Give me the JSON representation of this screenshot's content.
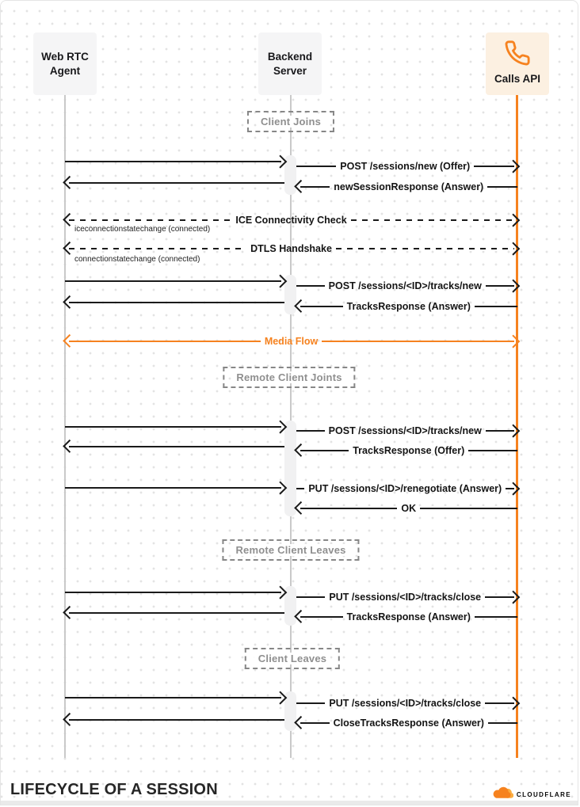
{
  "actors": [
    {
      "name": "Web RTC Agent",
      "line1": "Web RTC",
      "line2": "Agent"
    },
    {
      "name": "Backend Server",
      "line1": "Backend",
      "line2": "Server"
    },
    {
      "name": "Calls API",
      "label": "Calls API",
      "icon": "phone-icon"
    }
  ],
  "phases": [
    {
      "label": "Client Joins"
    },
    {
      "label": "Remote Client Joints"
    },
    {
      "label": "Remote Client Leaves"
    },
    {
      "label": "Client Leaves"
    }
  ],
  "messages": [
    {
      "label": "POST /sessions/new (Offer)",
      "from": "Backend Server",
      "to": "Calls API",
      "style": "solid"
    },
    {
      "label": "newSessionResponse (Answer)",
      "from": "Calls API",
      "to": "Backend Server",
      "style": "solid"
    },
    {
      "label": "ICE Connectivity Check",
      "sublabel": "iceconnectionstatechange (connected)",
      "from": "Web RTC Agent",
      "to": "Calls API",
      "style": "dashed-bidirectional"
    },
    {
      "label": "DTLS Handshake",
      "sublabel": "connectionstatechange (connected)",
      "from": "Web RTC Agent",
      "to": "Calls API",
      "style": "dashed-bidirectional"
    },
    {
      "label": "POST /sessions/<ID>/tracks/new",
      "from": "Backend Server",
      "to": "Calls API",
      "style": "solid"
    },
    {
      "label": "TracksResponse (Answer)",
      "from": "Calls API",
      "to": "Backend Server",
      "style": "solid"
    },
    {
      "label": "Media Flow",
      "from": "Web RTC Agent",
      "to": "Calls API",
      "style": "orange-bidirectional"
    },
    {
      "label": "POST /sessions/<ID>/tracks/new",
      "from": "Backend Server",
      "to": "Calls API",
      "style": "solid"
    },
    {
      "label": "TracksResponse (Offer)",
      "from": "Calls API",
      "to": "Backend Server",
      "style": "solid"
    },
    {
      "label": "PUT /sessions/<ID>/renegotiate (Answer)",
      "from": "Backend Server",
      "to": "Calls API",
      "style": "solid"
    },
    {
      "label": "OK",
      "from": "Calls API",
      "to": "Backend Server",
      "style": "solid"
    },
    {
      "label": "PUT /sessions/<ID>/tracks/close",
      "from": "Backend Server",
      "to": "Calls API",
      "style": "solid"
    },
    {
      "label": "TracksResponse (Answer)",
      "from": "Calls API",
      "to": "Backend Server",
      "style": "solid"
    },
    {
      "label": "PUT /sessions/<ID>/tracks/close",
      "from": "Backend Server",
      "to": "Calls API",
      "style": "solid"
    },
    {
      "label": "CloseTracksResponse (Answer)",
      "from": "Calls API",
      "to": "Backend Server",
      "style": "solid"
    }
  ],
  "footer": {
    "title": "LIFECYCLE OF A SESSION",
    "brand": "CLOUDFLARE"
  },
  "colors": {
    "accent_orange": "#F6821F",
    "calls_box_bg": "#FCF0E1",
    "actor_box_bg": "#F5F5F6",
    "arrow_black": "#1A1A1A",
    "lifeline_gray": "#C9C9C9",
    "phase_gray": "#8F8F8F"
  }
}
